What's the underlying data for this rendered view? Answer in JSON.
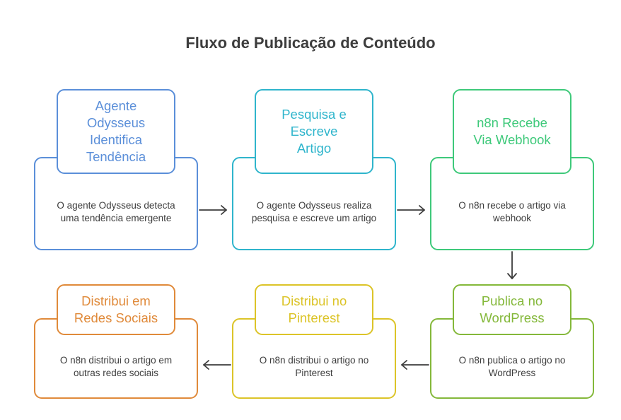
{
  "title": "Fluxo de Publicação de Conteúdo",
  "steps": [
    {
      "heading": "Agente Odysseus Identifica Tendência",
      "description": "O agente Odysseus detecta uma tendência emergente",
      "color": "#5b8fd9"
    },
    {
      "heading": "Pesquisa e Escreve Artigo",
      "description": "O agente Odysseus realiza pesquisa e escreve um artigo",
      "color": "#2fb5cc"
    },
    {
      "heading": "n8n Recebe Via Webhook",
      "description": "O n8n recebe o artigo via webhook",
      "color": "#3ec97a"
    },
    {
      "heading": "Publica no WordPress",
      "description": "O n8n publica o artigo no WordPress",
      "color": "#84b83a"
    },
    {
      "heading": "Distribui no Pinterest",
      "description": "O n8n distribui o artigo no Pinterest",
      "color": "#dcc428"
    },
    {
      "heading": "Distribui em Redes Sociais",
      "description": "O n8n distribui o artigo em outras redes sociais",
      "color": "#e08a3a"
    }
  ],
  "arrow_color": "#3d3d3d"
}
